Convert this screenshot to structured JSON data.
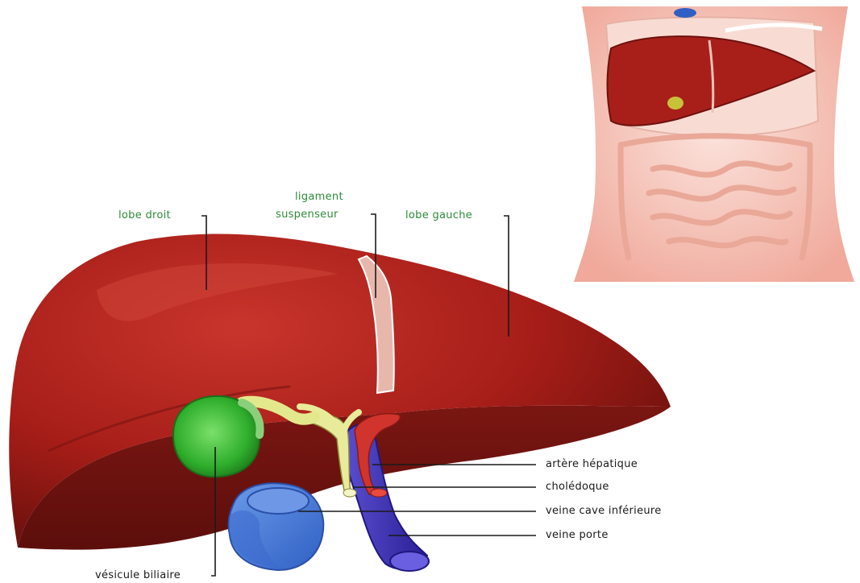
{
  "labels": {
    "lobe_droit": "lobe droit",
    "ligament_line1": "ligament",
    "ligament_line2": "suspenseur",
    "lobe_gauche": "lobe gauche",
    "artere_hepatique": "artère hépatique",
    "choledoque": "cholédoque",
    "veine_cave_inferieure": "veine cave inférieure",
    "veine_porte": "veine porte",
    "vesicule_biliaire": "vésicule biliaire"
  },
  "colors": {
    "liver": "#b0201b",
    "liver_dark": "#7a1410",
    "gallbladder": "#3db83a",
    "bile_duct": "#e8eb9a",
    "vena_cava": "#3f74d6",
    "portal_vein": "#3a2fb0",
    "hepatic_artery": "#d0342c",
    "ligament": "#e8b7ac",
    "label_green": "#2e8b3a",
    "torso_skin": "#f6d0c6"
  }
}
